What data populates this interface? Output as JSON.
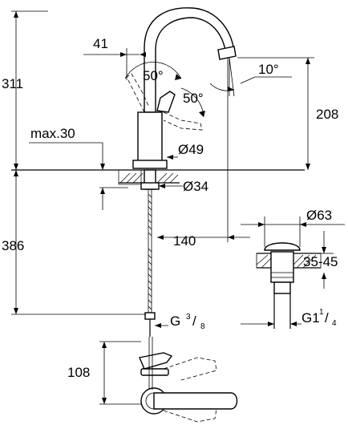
{
  "dimensions": {
    "total_height": "311",
    "lever_offset": "41",
    "lever_angle_front": "50°",
    "lever_angle_rear": "50°",
    "spout_angle": "10°",
    "spout_height": "208",
    "max_deck": "max.30",
    "base_diameter": "Ø49",
    "hole_diameter": "Ø34",
    "hose_length": "386",
    "spout_reach": "140",
    "waste_diameter": "Ø63",
    "waste_range": "35-45",
    "waste_thread": "G1",
    "waste_thread_sup": "1",
    "waste_thread_sub": "4",
    "supply_thread": "G",
    "supply_thread_sup": "3",
    "supply_thread_sub": "8",
    "top_view_depth": "108"
  }
}
